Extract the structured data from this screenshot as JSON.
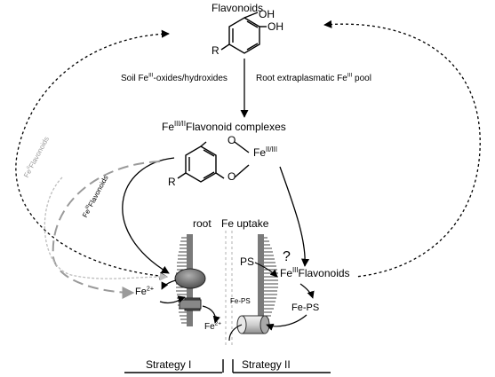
{
  "labels": {
    "flavonoids": "Flavonoids",
    "oh_top": "OH",
    "oh_bottom": "OH",
    "r_top": "R",
    "soil": "Soil Fe",
    "soil_sup": "III",
    "soil_tail": "-oxides/hydroxides",
    "root_pool": "Root extraplasmatic Fe",
    "root_pool_sup": "III",
    "root_pool_tail": " pool",
    "complexes_pre": "Fe",
    "complexes_sup": "III/II",
    "complexes_tail": "Flavonoid complexes",
    "o_top": "O",
    "o_bottom": "O",
    "r_complex": "R",
    "fe_complex": "Fe",
    "fe_complex_sup": "II/III",
    "fe2_flav_diag_pre": "Fe",
    "fe2_flav_diag_sup": "II",
    "fe2_flav_diag_tail": "Flavonoids",
    "fe3_flav_diag_pre": "Fe",
    "fe3_flav_diag_sup": "III",
    "fe3_flav_diag_tail": "Flavonoids",
    "root": "root",
    "fe_uptake": "Fe uptake",
    "ps": "PS",
    "question": "?",
    "fe3_flav_pre": "Fe",
    "fe3_flav_sup": "III",
    "fe3_flav_tail": "Flavonoids",
    "fe_ps_right": "Fe-PS",
    "fe_ps_left": "Fe-PS",
    "fe2_left": "Fe",
    "fe2_left_sup": "2+",
    "fe2_bottom": "Fe",
    "fe2_bottom_sup": "2+",
    "strategy1": "Strategy I",
    "strategy2": "Strategy II"
  }
}
